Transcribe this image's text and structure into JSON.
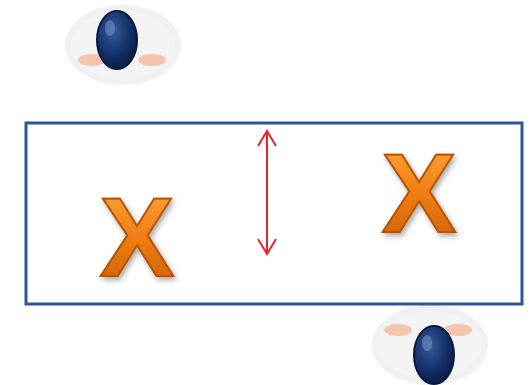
{
  "diagram": {
    "frame_color": "#2f5597",
    "arrow_color": "#e0262b",
    "marker_fill": "#f07d12",
    "marker_shadow": "#c45c06",
    "marker_highlight": "#ffb35a",
    "markers": [
      {
        "id": "left",
        "label": "X"
      },
      {
        "id": "right",
        "label": "X"
      }
    ],
    "icons": [
      {
        "id": "top",
        "name": "eye-capsule-icon"
      },
      {
        "id": "bottom",
        "name": "eye-capsule-icon"
      }
    ],
    "arrow": {
      "name": "vertical-double-arrow"
    }
  }
}
